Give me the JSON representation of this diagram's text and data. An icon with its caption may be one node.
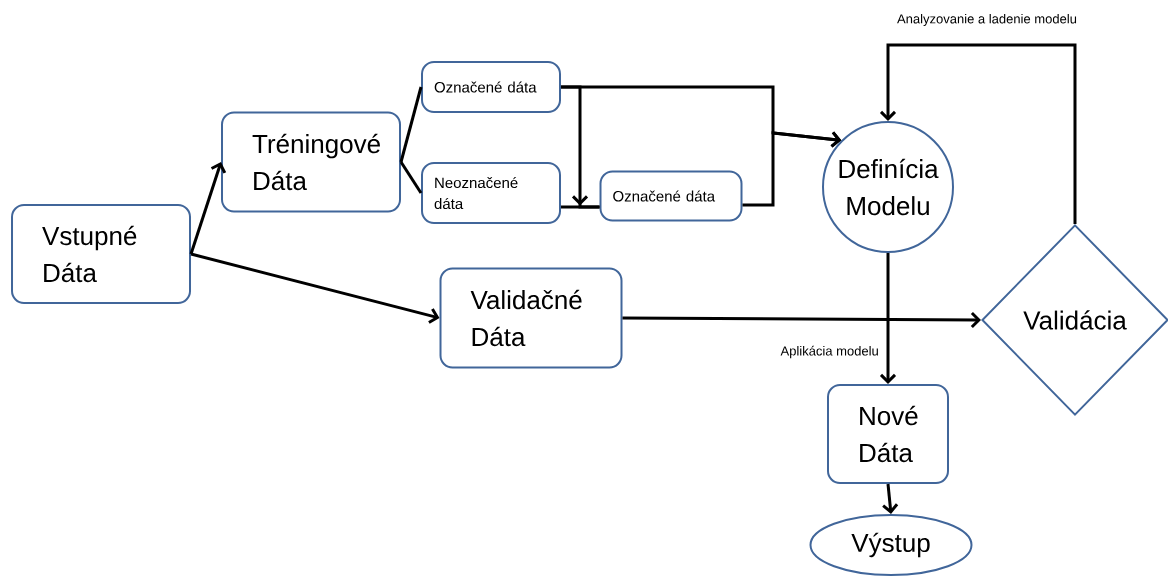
{
  "diagram": {
    "nodes": [
      {
        "text": [
          "Vstupné Dáta"
        ]
      },
      {
        "text": [
          "Tréningové Dáta"
        ]
      },
      {
        "text": [
          "Označené dáta"
        ]
      },
      {
        "text": [
          "Neoznačené dáta"
        ]
      },
      {
        "text": [
          "Označené dáta"
        ]
      },
      {
        "text": [
          "Definícia Modelu"
        ]
      },
      {
        "text": [
          "Validačné Dáta"
        ]
      },
      {
        "text": [
          "Validácia"
        ]
      },
      {
        "text": [
          "Nové Dáta"
        ]
      },
      {
        "text": [
          "Výstup"
        ]
      }
    ],
    "edges": [
      {
        "from": 0,
        "to": 1,
        "arrow": "to"
      },
      {
        "from": 0,
        "to": 6,
        "arrow": "to"
      },
      {
        "from": 1,
        "to": 2,
        "arrow": "none"
      },
      {
        "from": 1,
        "to": 3,
        "arrow": "none"
      },
      {
        "from": 2,
        "to": 4,
        "arrow": "to"
      },
      {
        "from": 3,
        "to": 4,
        "arrow": "none"
      },
      {
        "from": 2,
        "to": 5,
        "arrow": "to"
      },
      {
        "from": 4,
        "to": 5,
        "arrow": "to"
      },
      {
        "from": 5,
        "to": 8,
        "arrow": "to",
        "label": "Aplikácia modelu"
      },
      {
        "from": 6,
        "to": 7,
        "arrow": "to"
      },
      {
        "from": 7,
        "to": 5,
        "arrow": "to",
        "label": "Analyzovanie a ladenie  modelu"
      },
      {
        "from": 8,
        "to": 9,
        "arrow": "to"
      }
    ]
  }
}
